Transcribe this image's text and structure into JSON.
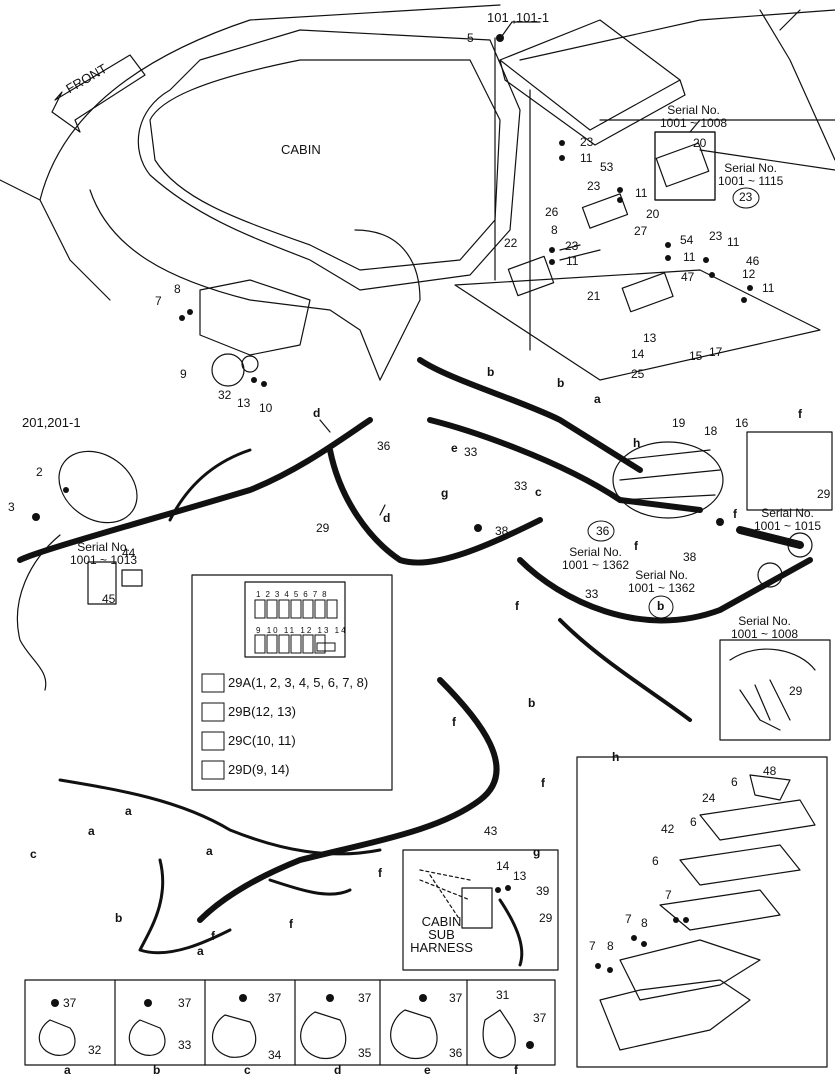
{
  "front_arrow": "FRONT",
  "cabin": "CABIN",
  "cabin_sub_harness": [
    "CABIN",
    "SUB",
    "HARNESS"
  ],
  "serial_notes": {
    "s1001_1008_top": [
      "Serial No.",
      "1001 ~ 1008"
    ],
    "s1001_1115": [
      "Serial No.",
      "1001 ~ 1115"
    ],
    "s1001_1013": [
      "Serial No.",
      "1001 ~ 1013"
    ],
    "s1001_1015": [
      "Serial No.",
      "1001 ~ 1015"
    ],
    "s1001_1362_a": [
      "Serial No.",
      "1001 ~ 1362"
    ],
    "s1001_1362_b": [
      "Serial No.",
      "1001 ~ 1362"
    ],
    "s1001_1008_right": [
      "Serial No.",
      "1001 ~ 1008"
    ]
  },
  "fuse_legend": {
    "fuse_numbers_top": [
      "1",
      "2",
      "3",
      "4",
      "5",
      "6",
      "7",
      "8"
    ],
    "fuse_numbers_bottom": [
      "9",
      "10",
      "11",
      "12",
      "13",
      "14"
    ],
    "items": [
      {
        "code": "29A",
        "fuses": "(1, 2, 3, 4, 5, 6, 7, 8)"
      },
      {
        "code": "29B",
        "fuses": "(12, 13)"
      },
      {
        "code": "29C",
        "fuses": "(10, 11)"
      },
      {
        "code": "29D",
        "fuses": "(9, 14)"
      }
    ]
  },
  "inset_titles": {
    "g": "g",
    "h": "h"
  },
  "clamp_panels": [
    {
      "letter": "a",
      "bolt": "37",
      "clamp": "32"
    },
    {
      "letter": "b",
      "bolt": "37",
      "clamp": "33"
    },
    {
      "letter": "c",
      "bolt": "37",
      "clamp": "34"
    },
    {
      "letter": "d",
      "bolt": "37",
      "clamp": "35"
    },
    {
      "letter": "e",
      "bolt": "37",
      "clamp": "36"
    },
    {
      "letter": "f",
      "bolt": "37",
      "clamp": "31"
    }
  ],
  "callouts": {
    "n101": "101 ,101-1",
    "n5": "5",
    "n23a": "23",
    "n11a": "11",
    "n53": "53",
    "n20a": "20",
    "n23b": "23",
    "n11b": "11",
    "n26": "26",
    "n20b": "20",
    "n8a": "8",
    "n23c": "23",
    "n27": "27",
    "n22": "22",
    "n11c": "11",
    "n54": "54",
    "n11d": "11",
    "n23d": "23",
    "n11e": "11",
    "n46": "46",
    "n47": "47",
    "n12": "12",
    "n11f": "11",
    "n21": "21",
    "n13a": "13",
    "n14a": "14",
    "n25": "25",
    "n15": "15",
    "n17": "17",
    "n19": "19",
    "n18": "18",
    "n16": "16",
    "n23circ": "23",
    "n7": "7",
    "n8b": "8",
    "n9": "9",
    "n32": "32",
    "n13b": "13",
    "n10": "10",
    "n201": "201,201-1",
    "n2": "2",
    "n3": "3",
    "n44": "44",
    "n45": "45",
    "n29a": "29",
    "n29b": "29",
    "n29c": "29",
    "n29d": "29",
    "n36a": "36",
    "n36circ": "36",
    "n33a": "33",
    "n33b": "33",
    "n33c": "33",
    "n38a": "38",
    "n38b": "38",
    "n43": "43",
    "n14b": "14",
    "n13c": "13",
    "n39": "39",
    "n48": "48",
    "n6a": "6",
    "n24": "24",
    "n42": "42",
    "n6b": "6",
    "n6c": "6",
    "n7b": "7",
    "n7c": "7",
    "n8c": "8",
    "n7d": "7",
    "n8d": "8"
  },
  "letters": [
    "b",
    "b",
    "a",
    "d",
    "e",
    "g",
    "c",
    "d",
    "f",
    "f",
    "f",
    "h",
    "b",
    "b",
    "f",
    "f",
    "f",
    "a",
    "a",
    "a",
    "c",
    "f",
    "b",
    "f",
    "f",
    "a",
    "c",
    "f"
  ]
}
